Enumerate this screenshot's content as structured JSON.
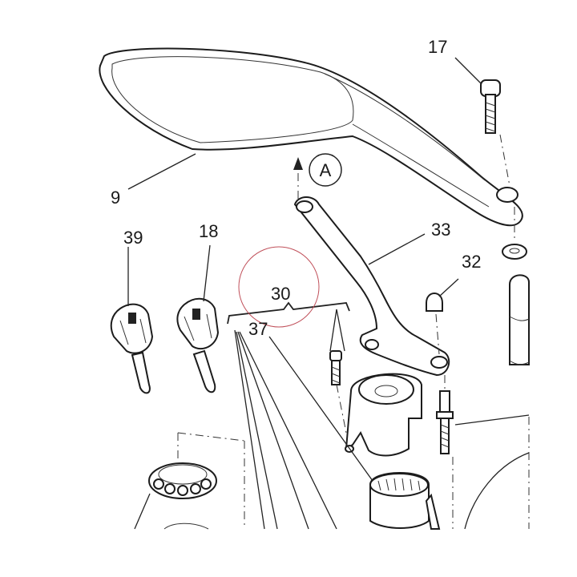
{
  "labels": {
    "part_9": "9",
    "part_17": "17",
    "part_18": "18",
    "part_30": "30",
    "part_32": "32",
    "part_33": "33",
    "part_37": "37",
    "part_39": "39",
    "view_a": "A"
  },
  "colors": {
    "line": "#1c1c1c",
    "highlight_circle": "#c0505a",
    "background": "#ffffff"
  }
}
